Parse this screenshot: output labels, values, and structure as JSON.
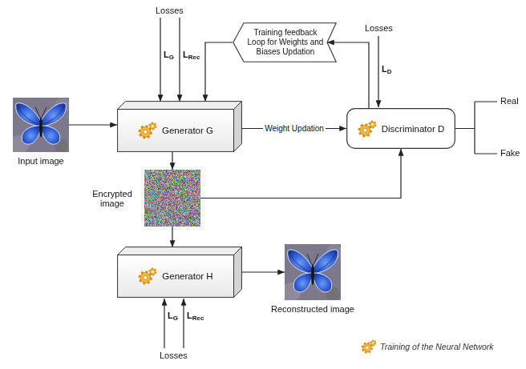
{
  "diagram": {
    "nodes": [
      {
        "text": [
          "Input image"
        ]
      },
      {
        "text": [
          "Generator G"
        ]
      },
      {
        "text": [
          "Training feedback Loop for Weights and Biases Updation"
        ]
      },
      {
        "text": [
          "Discriminator D"
        ]
      },
      {
        "text": [
          "Encrypted image"
        ]
      },
      {
        "text": [
          "Generator H"
        ]
      },
      {
        "text": [
          "Reconstructed image"
        ]
      }
    ],
    "edges": [
      {
        "from": 0,
        "to": 1,
        "arrow": "to"
      },
      {
        "from": 1,
        "to": 3,
        "label": "Weight Updation",
        "arrow": "to"
      },
      {
        "from": 3,
        "to": 2,
        "arrow": "to"
      },
      {
        "from": 2,
        "to": 1,
        "arrow": "to"
      },
      {
        "from": 1,
        "to": 4,
        "arrow": "to"
      },
      {
        "from": 4,
        "to": 3,
        "arrow": "to"
      },
      {
        "from": 4,
        "to": 5,
        "arrow": "to"
      },
      {
        "from": 5,
        "to": 6,
        "arrow": "to"
      }
    ],
    "labels": [
      "Losses",
      "LG",
      "LRec",
      "Losses",
      "LD",
      "Real",
      "Fake",
      "LG",
      "LRec",
      "Losses"
    ],
    "legend": [
      {
        "text": "Training of the Neural Network"
      }
    ]
  }
}
